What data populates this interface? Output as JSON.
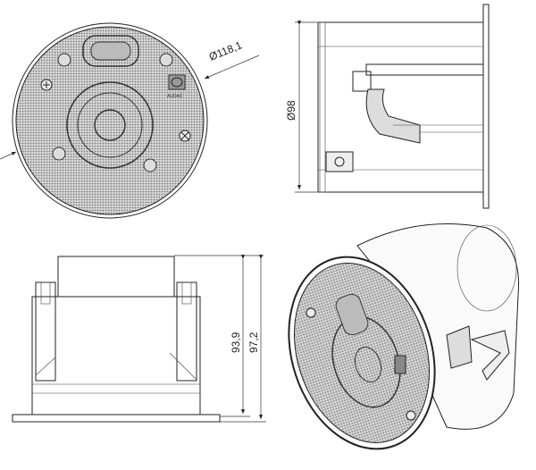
{
  "dimensions": {
    "front_diameter": "Ø118,1",
    "side_diameter": "Ø98",
    "height_inner": "93,9",
    "height_total": "97,2"
  },
  "logo": "AUDAC",
  "colors": {
    "line": "#222222",
    "grille": "#9a9a9a",
    "background": "#ffffff"
  }
}
